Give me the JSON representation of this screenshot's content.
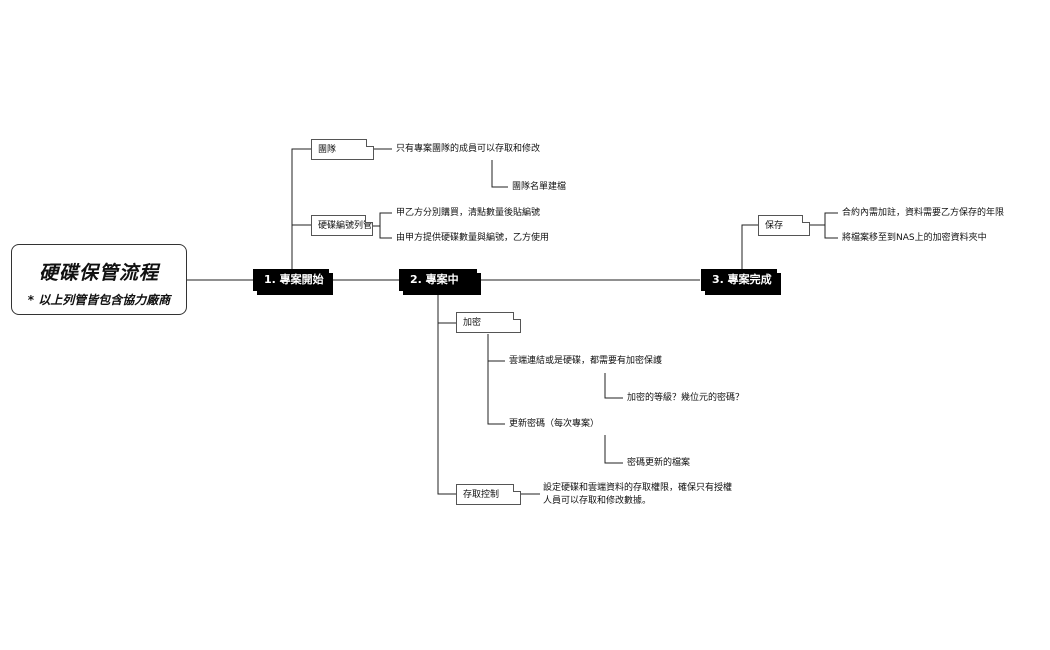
{
  "root": {
    "title": "硬碟保管流程",
    "subtitle": "* 以上列管皆包含協力廠商"
  },
  "stages": {
    "start": "1.  專案開始",
    "middle": "2.  專案中",
    "done": "3.  專案完成"
  },
  "start": {
    "team": {
      "label": "團隊",
      "note": "只有專案團隊的成員可以存取和修改",
      "sub": "團隊名單建檔"
    },
    "disk": {
      "label": "硬碟編號列管",
      "a": "甲乙方分別購買，清點數量後貼編號",
      "b": "由甲方提供硬碟數量與編號，乙方使用"
    }
  },
  "middle": {
    "encrypt": {
      "label": "加密",
      "cloud": "雲端連結或是硬碟，都需要有加密保護",
      "level": "加密的等級？幾位元的密碼？",
      "update": "更新密碼（每次專案）",
      "file": "密碼更新的檔案"
    },
    "access": {
      "label": "存取控制",
      "line1": "設定硬碟和雲端資料的存取權限，確保只有授權",
      "line2": "人員可以存取和修改數據。"
    }
  },
  "done": {
    "keep": {
      "label": "保存",
      "a": "合約內需加註，資料需要乙方保存的年限",
      "b": "將檔案移至到NAS上的加密資料夾中"
    }
  }
}
